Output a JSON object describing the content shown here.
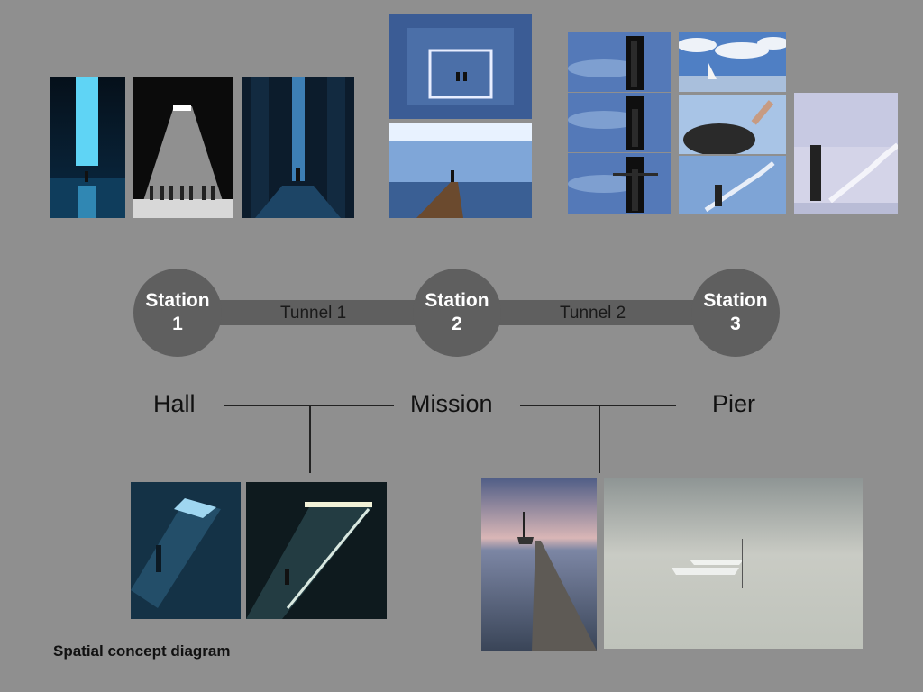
{
  "stations": [
    {
      "line1": "Station",
      "line2": "1"
    },
    {
      "line1": "Station",
      "line2": "2"
    },
    {
      "line1": "Station",
      "line2": "3"
    }
  ],
  "tunnels": [
    "Tunnel 1",
    "Tunnel 2"
  ],
  "zones": [
    "Hall",
    "Mission",
    "Pier"
  ],
  "caption": "Spatial concept diagram",
  "colors": {
    "background": "#8f8f8f",
    "node": "#5f5f5f",
    "node_text": "#ffffff",
    "line": "#222222"
  }
}
